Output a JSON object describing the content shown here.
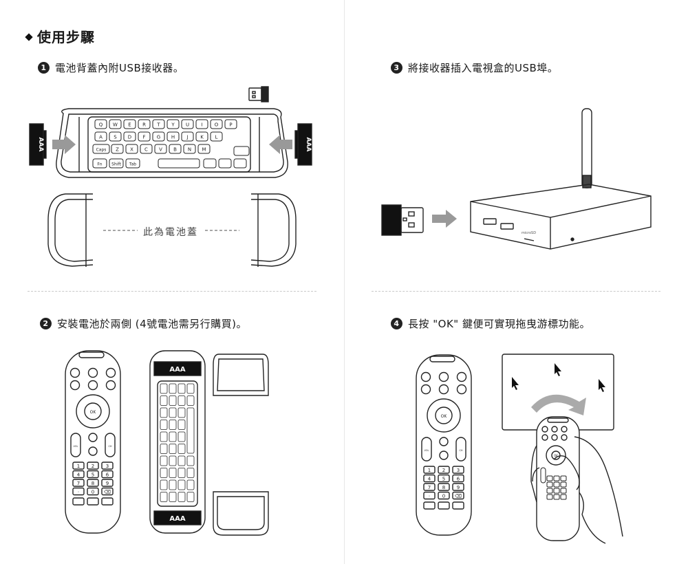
{
  "title": "使用步驟",
  "steps": [
    {
      "num": "1",
      "text": "電池背蓋內附USB接收器。"
    },
    {
      "num": "2",
      "text": "安裝電池於兩側 (4號電池需另行購買)。"
    },
    {
      "num": "3",
      "text": "將接收器插入電視盒的USB埠。"
    },
    {
      "num": "4",
      "text": "長按 \"OK\" 鍵便可實現拖曳游標功能。"
    }
  ],
  "illustration": {
    "battery_label": "AAA",
    "cover_label": "此為電池蓋",
    "ok_label": "OK",
    "vol_label": "VOL",
    "ch_label": "CH",
    "microsd_label": "microSD",
    "keyboard_keys": [
      "Q",
      "W",
      "E",
      "R",
      "T",
      "Y",
      "U",
      "I",
      "O",
      "P",
      "A",
      "S",
      "D",
      "F",
      "G",
      "H",
      "J",
      "K",
      "L",
      "Z",
      "X",
      "C",
      "V",
      "B",
      "N",
      "M"
    ],
    "keyboard_mod_keys": [
      "Caps",
      "Fn",
      "Shift",
      "Tab"
    ],
    "numpad": [
      "1",
      "2",
      "3",
      "4",
      "5",
      "6",
      "7",
      "8",
      "9",
      "·",
      "0",
      "⌫"
    ],
    "icons": [
      "power-icon",
      "mic-icon",
      "mute-icon",
      "menu-icon",
      "home-icon",
      "back-icon",
      "arrow-icon",
      "cursor-icon",
      "hand-icon"
    ]
  }
}
